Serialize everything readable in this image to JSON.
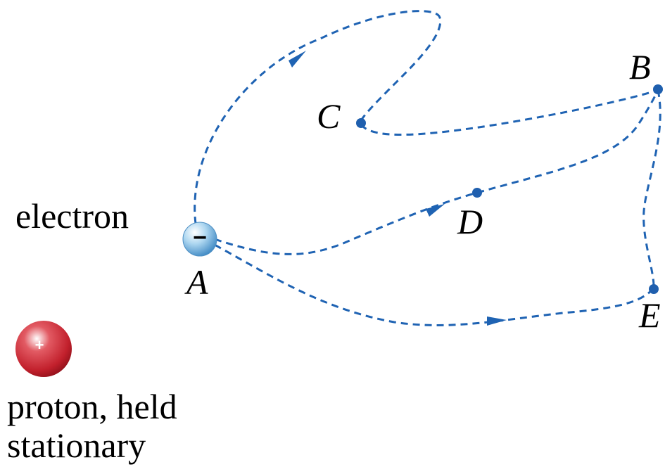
{
  "colors": {
    "path": "#1f63b3",
    "point": "#1f5fae",
    "electron_fill": "#9ccbe8",
    "proton_fill": "#c2202c",
    "text": "#000000"
  },
  "labels": {
    "electron": "electron",
    "proton_line1": "proton, held",
    "proton_line2": "stationary",
    "point_a": "A",
    "point_b": "B",
    "point_c": "C",
    "point_d": "D",
    "point_e": "E",
    "electron_sign": "−",
    "proton_sign": "+"
  }
}
